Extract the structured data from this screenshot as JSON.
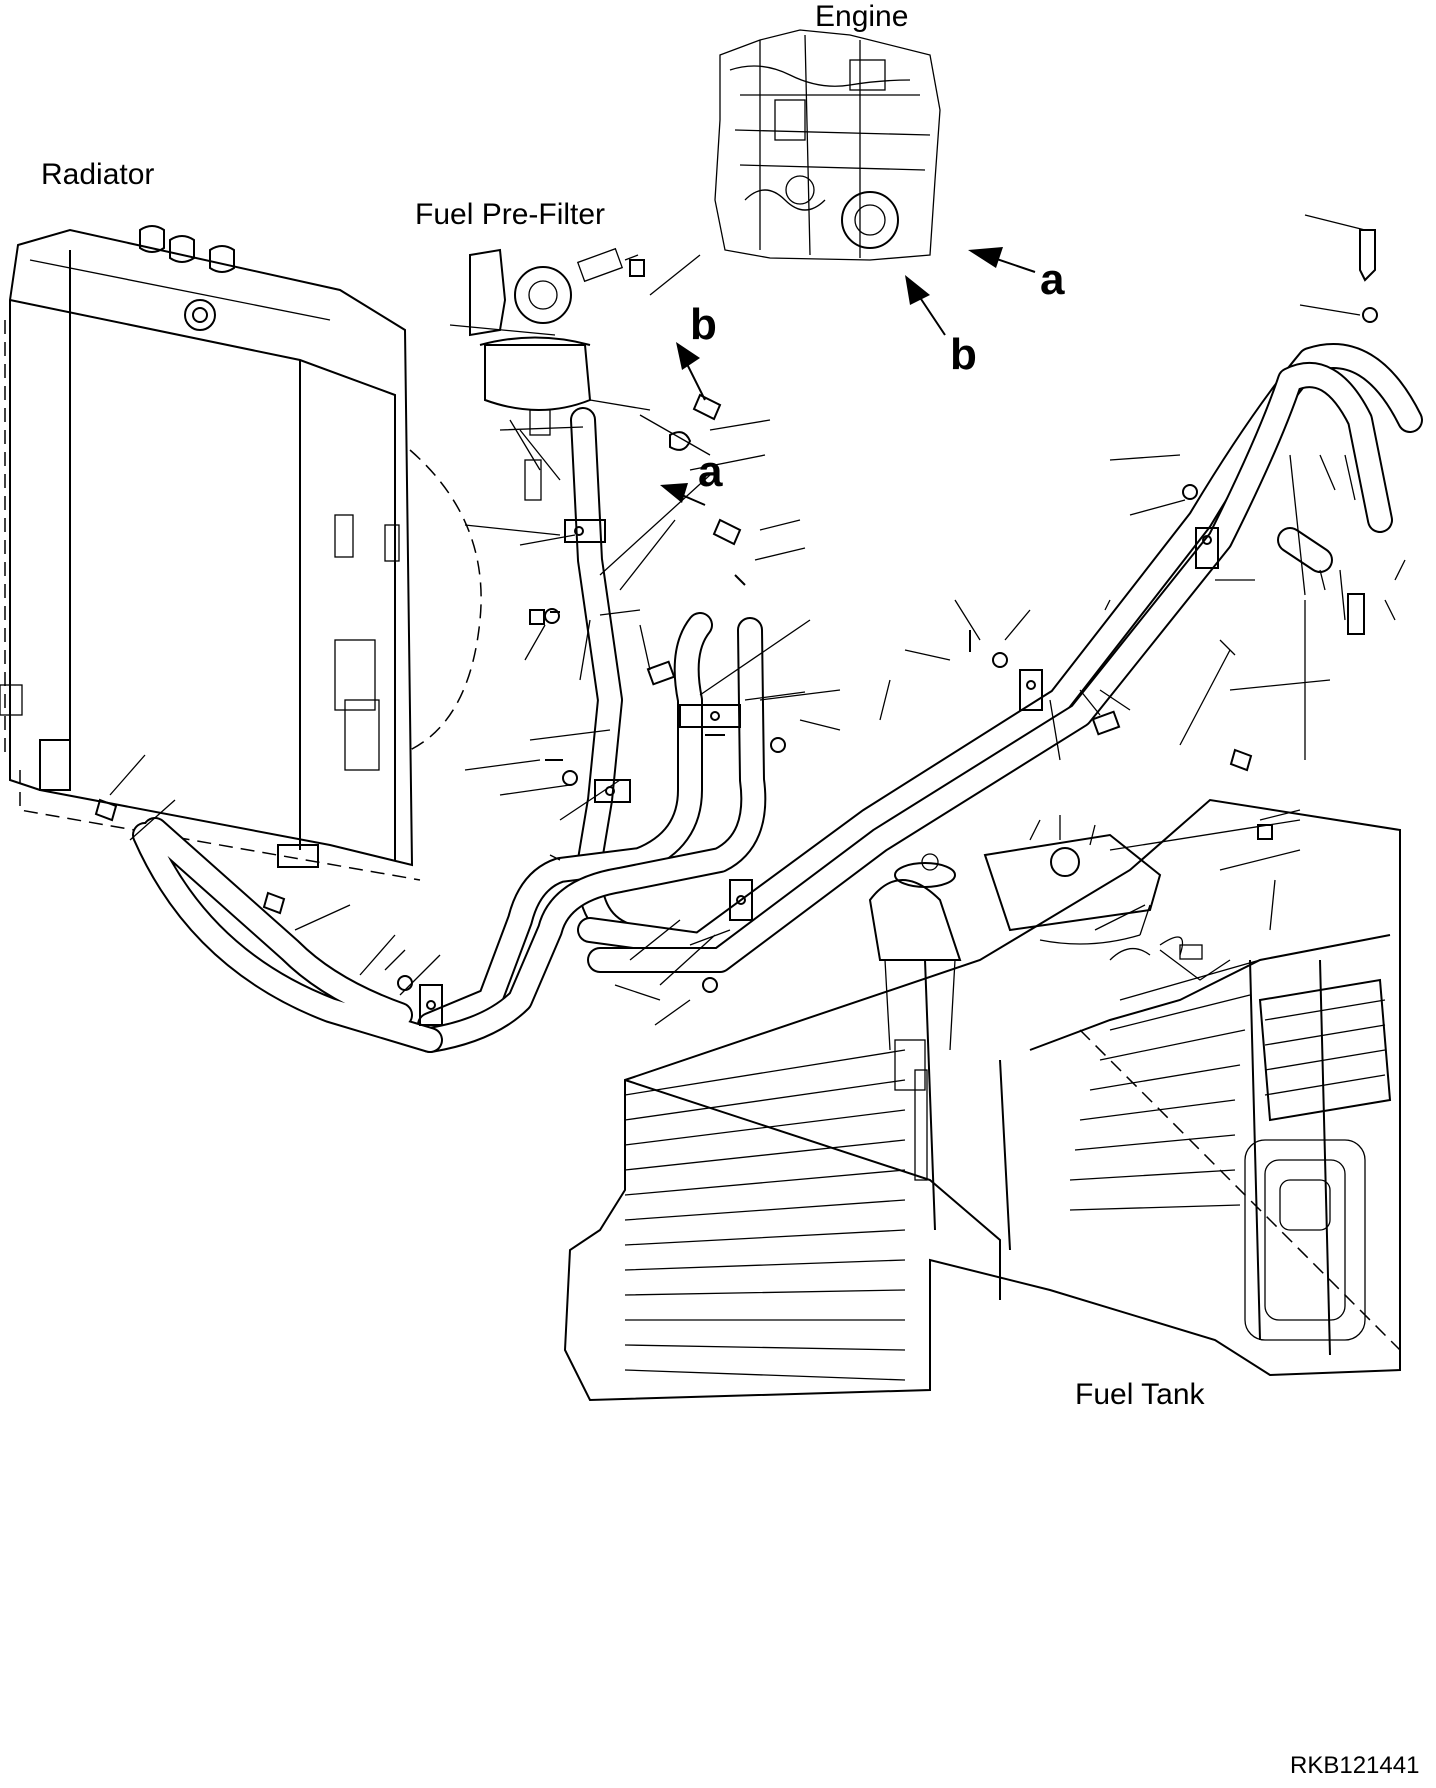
{
  "labels": {
    "engine": "Engine",
    "radiator": "Radiator",
    "fuel_prefilter": "Fuel Pre-Filter",
    "fuel_tank": "Fuel Tank",
    "arrow_a": "a",
    "arrow_b": "b",
    "drawing_code": "RKB121441"
  }
}
